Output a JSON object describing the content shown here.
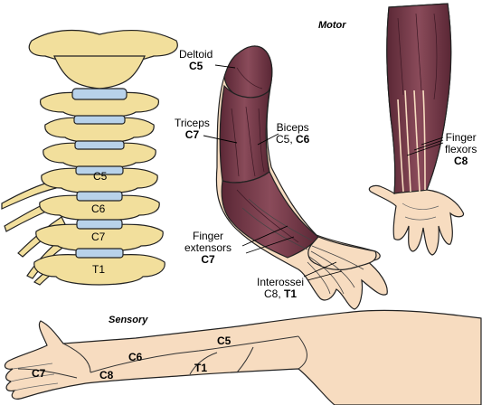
{
  "headings": {
    "motor": "Motor",
    "sensory": "Sensory"
  },
  "spine_labels": [
    "C5",
    "C6",
    "C7",
    "T1"
  ],
  "muscles": {
    "deltoid": {
      "name": "Deltoid",
      "root": "C5"
    },
    "triceps": {
      "name": "Triceps",
      "root": "C7"
    },
    "biceps": {
      "name": "Biceps",
      "root_a": "C5, ",
      "root_b": "C6"
    },
    "finger_extensors": {
      "name_1": "Finger",
      "name_2": "extensors",
      "root": "C7"
    },
    "interossei": {
      "name": "Interossei",
      "root_a": "C8, ",
      "root_b": "T1"
    },
    "finger_flexors": {
      "name_1": "Finger",
      "name_2": "flexors",
      "root": "C8"
    }
  },
  "dermatomes": [
    "C5",
    "C6",
    "T1",
    "C7",
    "C8"
  ],
  "colors": {
    "bone": "#f2df9c",
    "disc": "#b8d2ea",
    "muscle": "#7a3c4c",
    "skin": "#f7dcc0",
    "nerve": "#e8c98a"
  }
}
